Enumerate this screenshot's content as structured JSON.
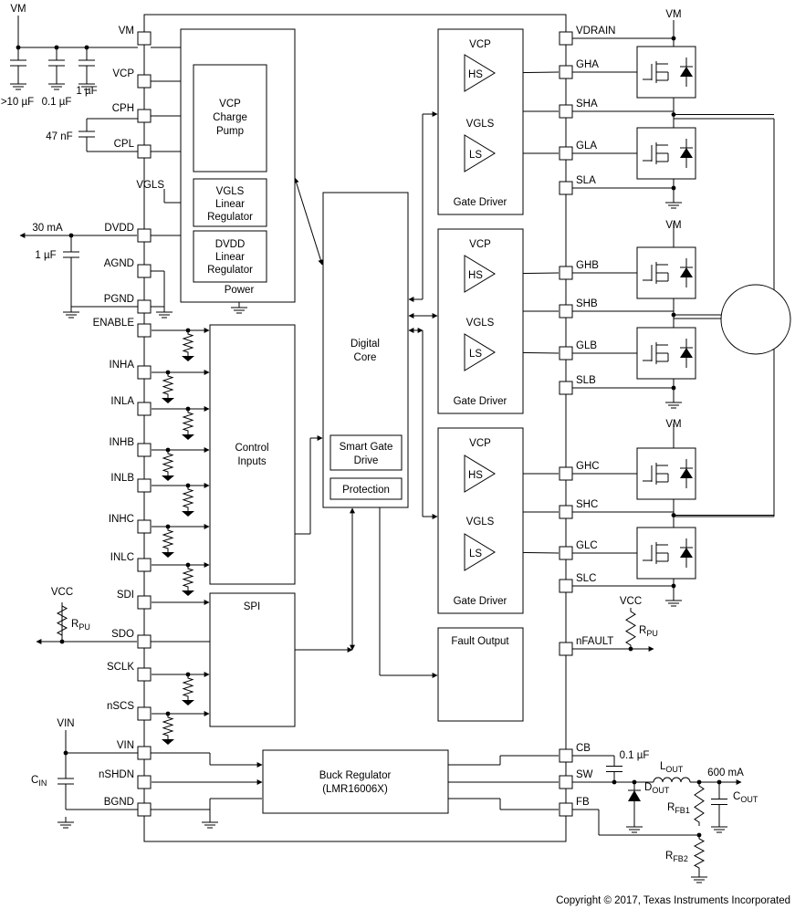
{
  "left_pins": [
    "VM",
    "VCP",
    "CPH",
    "CPL",
    "DVDD",
    "AGND",
    "PGND",
    "ENABLE",
    "INHA",
    "INLA",
    "INHB",
    "INLB",
    "INHC",
    "INLC",
    "SDI",
    "SDO",
    "SCLK",
    "nSCS",
    "VIN",
    "nSHDN",
    "BGND"
  ],
  "right_pins": [
    "VDRAIN",
    "GHA",
    "SHA",
    "GLA",
    "SLA",
    "GHB",
    "SHB",
    "GLB",
    "SLB",
    "GHC",
    "SHC",
    "GLC",
    "SLC",
    "nFAULT",
    "CB",
    "SW",
    "FB"
  ],
  "blocks": {
    "vcp_charge_pump": [
      "VCP",
      "Charge",
      "Pump"
    ],
    "vgls_regulator": [
      "VGLS",
      "Linear",
      "Regulator"
    ],
    "dvdd_regulator": [
      "DVDD",
      "Linear",
      "Regulator"
    ],
    "power": "Power",
    "control_inputs": [
      "Control",
      "Inputs"
    ],
    "spi": "SPI",
    "digital_core": [
      "Digital",
      "Core"
    ],
    "smart_gate_drive": [
      "Smart Gate",
      "Drive"
    ],
    "protection": "Protection",
    "gate_driver": "Gate Driver",
    "gd_vcp": "VCP",
    "gd_vgls": "VGLS",
    "hs": "HS",
    "ls": "LS",
    "fault_output": "Fault Output",
    "buck_regulator": [
      "Buck Regulator",
      "(LMR16006X)"
    ]
  },
  "labels": {
    "vm": "VM",
    "vgls": "VGLS",
    "vcc": "VCC",
    "vin": "VIN",
    "cap_10uf": ">10 µF",
    "cap_01uf": "0.1 µF",
    "cap_1uf": "1 µF",
    "cap_47nf": "47 nF",
    "dvdd_current": "30 mA",
    "dvdd_cap": "1 µF",
    "cb_cap": "0.1 µF",
    "buck_current": "600 mA"
  },
  "subscripted": {
    "rpu": [
      "R",
      "PU"
    ],
    "cin": [
      "C",
      "IN"
    ],
    "lout": [
      "L",
      "OUT"
    ],
    "dout": [
      "D",
      "OUT"
    ],
    "rfb1": [
      "R",
      "FB1"
    ],
    "rfb2": [
      "R",
      "FB2"
    ],
    "cout": [
      "C",
      "OUT"
    ]
  },
  "copyright": "Copyright © 2017, Texas Instruments Incorporated"
}
